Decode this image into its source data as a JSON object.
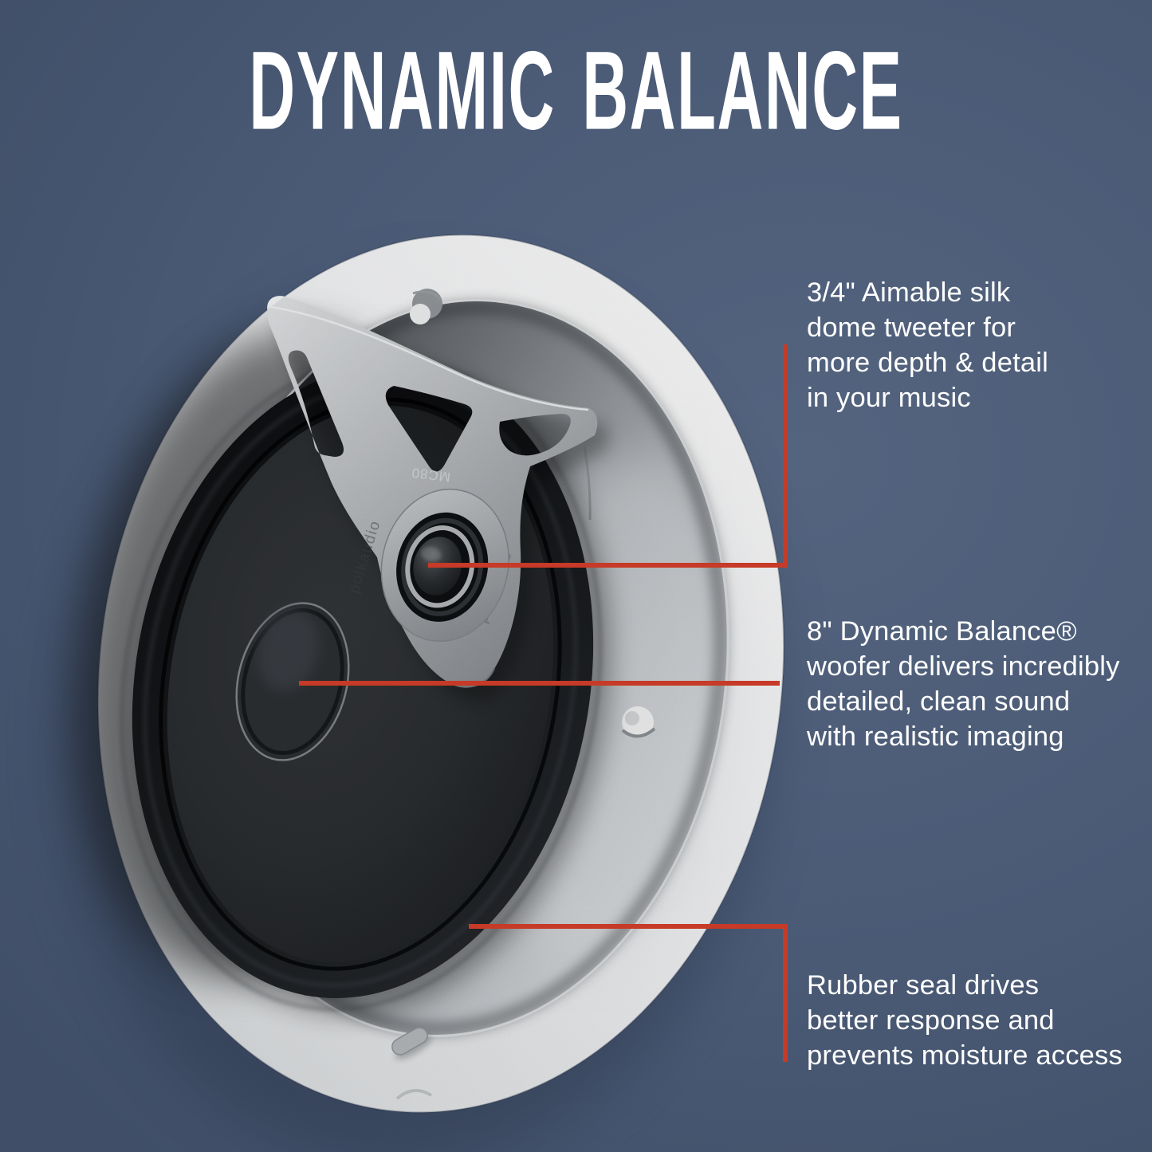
{
  "title": "DYNAMIC BALANCE",
  "colors": {
    "background": "#4b5b76",
    "accent_red": "#c63a27",
    "text": "#ffffff",
    "speaker_bezel": "#f2f3f5",
    "speaker_cone": "#2b2e31",
    "bracket_silver": "#b9bcbf"
  },
  "speaker": {
    "model_label": "MC80",
    "brand_label_left": "polkaudio",
    "brand_label_right": "polkaudio"
  },
  "callouts": [
    {
      "id": "tweeter",
      "lines": [
        "3/4\" Aimable silk",
        "dome tweeter for",
        "more depth & detail",
        "in your music"
      ]
    },
    {
      "id": "woofer",
      "lines": [
        "8\" Dynamic Balance®",
        "woofer delivers incredibly",
        "detailed, clean sound",
        "with realistic imaging"
      ]
    },
    {
      "id": "rubber-seal",
      "lines": [
        "Rubber seal drives",
        "better response and",
        "prevents moisture access"
      ]
    }
  ]
}
